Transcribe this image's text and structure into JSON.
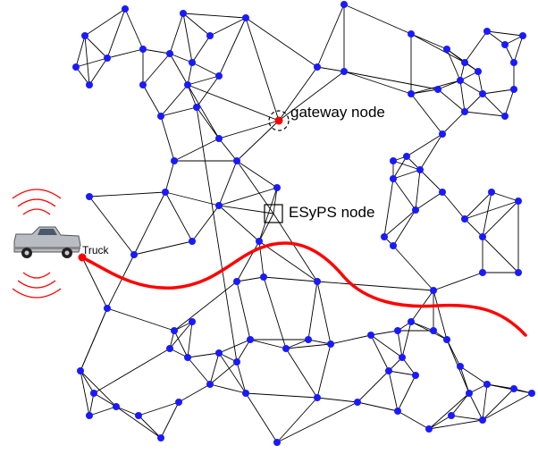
{
  "labels": {
    "gateway": "gateway node",
    "esyps": "ESyPS node",
    "truck": "Truck"
  },
  "colors": {
    "sensor_node": "#1a1aff",
    "gateway_node": "#ff0000",
    "truck_path": "#ff0000",
    "links": "#000000",
    "signal_waves": "#ff0000"
  },
  "icons": {
    "vehicle": "pickup-truck-icon",
    "signal": "radio-wave-icon"
  }
}
